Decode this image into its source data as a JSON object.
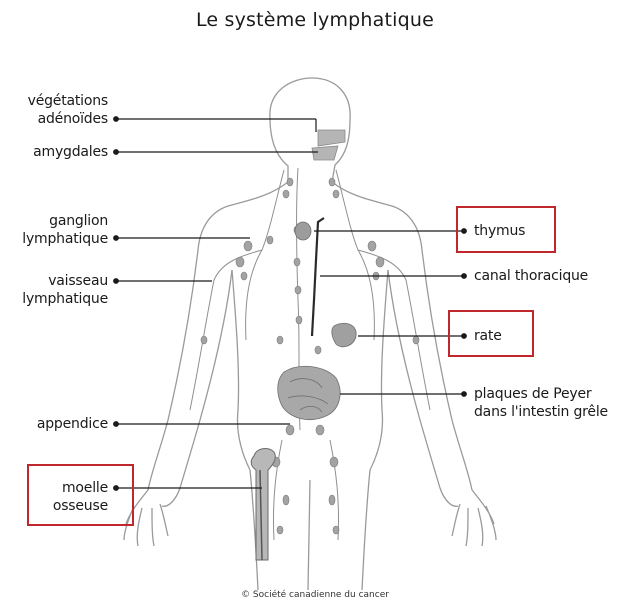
{
  "title": "Le système lymphatique",
  "copyright": "© Société canadienne du cancer",
  "labels_left": [
    {
      "id": "vegetations",
      "line1": "végétations",
      "line2": "adénoïdes"
    },
    {
      "id": "amygdales",
      "line1": "amygdales"
    },
    {
      "id": "ganglion",
      "line1": "ganglion",
      "line2": "lymphatique"
    },
    {
      "id": "vaisseau",
      "line1": "vaisseau",
      "line2": "lymphatique"
    },
    {
      "id": "appendice",
      "line1": "appendice"
    },
    {
      "id": "moelle",
      "line1": "moelle",
      "line2": "osseuse"
    }
  ],
  "labels_right": [
    {
      "id": "thymus",
      "line1": "thymus"
    },
    {
      "id": "canal",
      "line1": "canal thoracique"
    },
    {
      "id": "rate",
      "line1": "rate"
    },
    {
      "id": "peyer",
      "line1": "plaques de Peyer",
      "line2": "dans l'intestin grêle"
    }
  ],
  "highlighted": [
    "thymus",
    "rate",
    "moelle osseuse"
  ],
  "colors": {
    "highlight": "#c0272d",
    "outline": "#8a8a8a",
    "organ": "#9a9a9a",
    "leader": "#1a1a1a"
  }
}
